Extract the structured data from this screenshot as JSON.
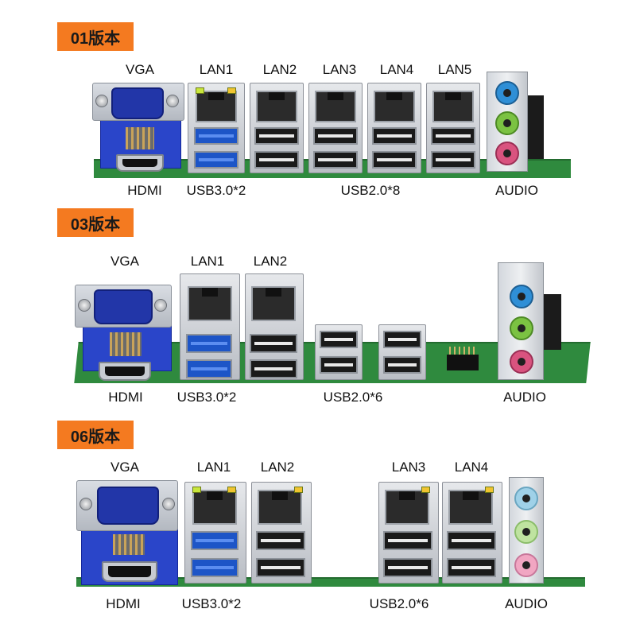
{
  "sections": [
    {
      "version": "01版本",
      "top_labels": [
        "VGA",
        "LAN1",
        "LAN2",
        "LAN3",
        "LAN4",
        "LAN5"
      ],
      "bottom_labels": [
        "HDMI",
        "USB3.0*2",
        "USB2.0*8",
        "AUDIO"
      ]
    },
    {
      "version": "03版本",
      "top_labels": [
        "VGA",
        "LAN1",
        "LAN2"
      ],
      "bottom_labels": [
        "HDMI",
        "USB3.0*2",
        "USB2.0*6",
        "AUDIO"
      ]
    },
    {
      "version": "06版本",
      "top_labels": [
        "VGA",
        "LAN1",
        "LAN2",
        "LAN3",
        "LAN4"
      ],
      "bottom_labels": [
        "HDMI",
        "USB3.0*2",
        "USB2.0*6",
        "AUDIO"
      ]
    }
  ],
  "colors": {
    "badge": "#f47a20",
    "pcb": "#2f8a3e",
    "vga": "#2a45c9",
    "usb3": "#1d55c7",
    "audio_blue": "#2f8fd6",
    "audio_green": "#7bc242",
    "audio_pink": "#d9537f"
  }
}
